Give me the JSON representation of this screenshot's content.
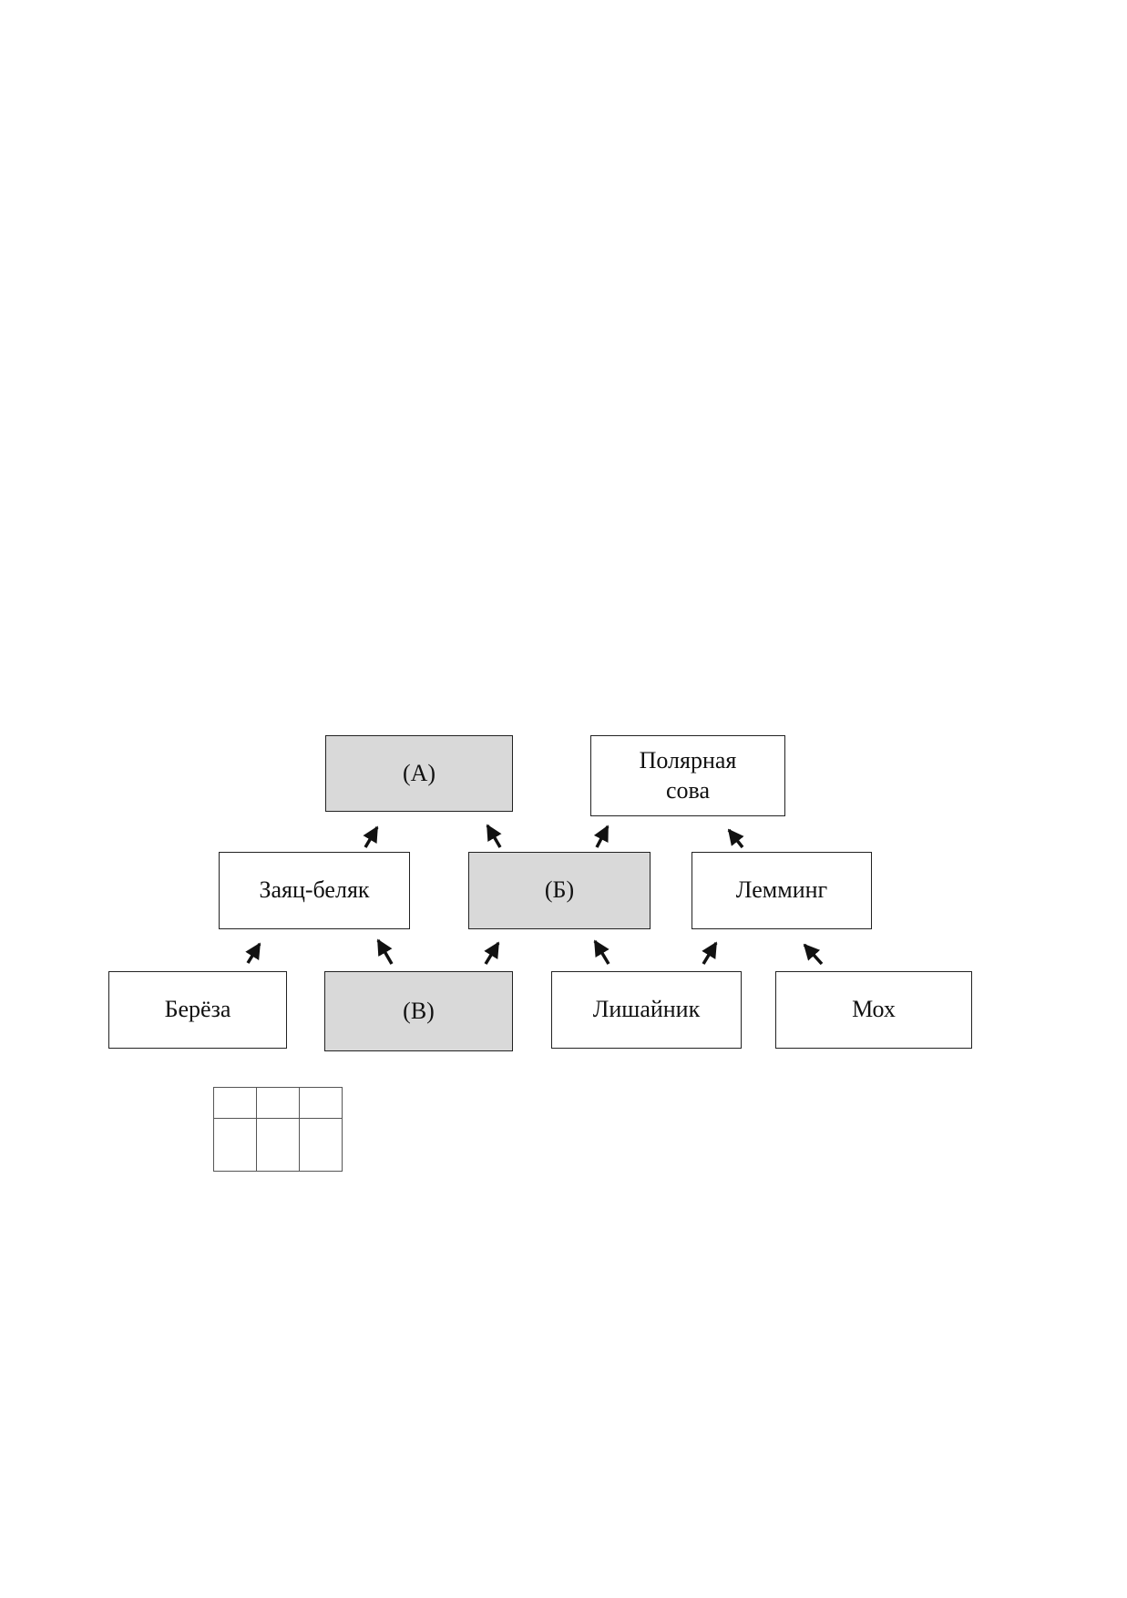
{
  "diagram": {
    "nodes": [
      {
        "id": "A",
        "text": "(А)",
        "shaded": true
      },
      {
        "id": "owl",
        "text": "Полярная сова",
        "line1": "Полярная",
        "line2": "сова",
        "shaded": false
      },
      {
        "id": "hare",
        "text": "Заяц-беляк",
        "shaded": false
      },
      {
        "id": "B",
        "text": "(Б)",
        "shaded": true
      },
      {
        "id": "lemming",
        "text": "Лемминг",
        "shaded": false
      },
      {
        "id": "birch",
        "text": "Берёза",
        "shaded": false
      },
      {
        "id": "V",
        "text": "(В)",
        "shaded": true
      },
      {
        "id": "lichen",
        "text": "Лишайник",
        "shaded": false
      },
      {
        "id": "moss",
        "text": "Мох",
        "shaded": false
      }
    ],
    "edges": [
      {
        "from": "hare",
        "to": "A"
      },
      {
        "from": "B",
        "to": "A"
      },
      {
        "from": "B",
        "to": "owl"
      },
      {
        "from": "lemming",
        "to": "owl"
      },
      {
        "from": "birch",
        "to": "hare"
      },
      {
        "from": "V",
        "to": "hare"
      },
      {
        "from": "V",
        "to": "B"
      },
      {
        "from": "lichen",
        "to": "B"
      },
      {
        "from": "lichen",
        "to": "lemming"
      },
      {
        "from": "moss",
        "to": "lemming"
      }
    ]
  },
  "answer_table": {
    "headers": [
      "",
      "",
      ""
    ],
    "values": [
      "",
      "",
      ""
    ]
  }
}
